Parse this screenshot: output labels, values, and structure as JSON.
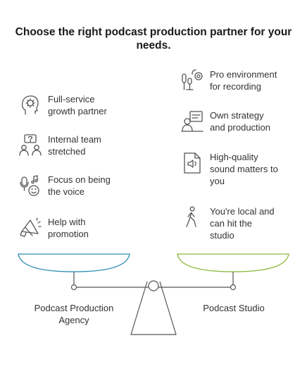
{
  "title": "Choose the right podcast production partner for your needs.",
  "left": {
    "caption": "Podcast Production\nAgency",
    "items": [
      {
        "label": "Full-service\ngrowth partner",
        "icon": "head-gear-icon"
      },
      {
        "label": "Internal team\nstretched",
        "icon": "team-question-icon"
      },
      {
        "label": "Focus on being\nthe voice",
        "icon": "mic-smile-icon"
      },
      {
        "label": "Help with\npromotion",
        "icon": "megaphone-icon"
      }
    ]
  },
  "right": {
    "caption": "Podcast Studio",
    "items": [
      {
        "label": "Pro environment\nfor recording",
        "icon": "studio-mic-icon"
      },
      {
        "label": "Own strategy\nand production",
        "icon": "producer-desk-icon"
      },
      {
        "label": "High-quality\nsound matters to\nyou",
        "icon": "sound-file-icon"
      },
      {
        "label": "You're local and\ncan hit the\nstudio",
        "icon": "walking-person-icon"
      }
    ]
  },
  "colors": {
    "left_pan": "#2f8fb5",
    "right_pan": "#8cb83a",
    "stroke": "#555555",
    "text": "#333333"
  }
}
